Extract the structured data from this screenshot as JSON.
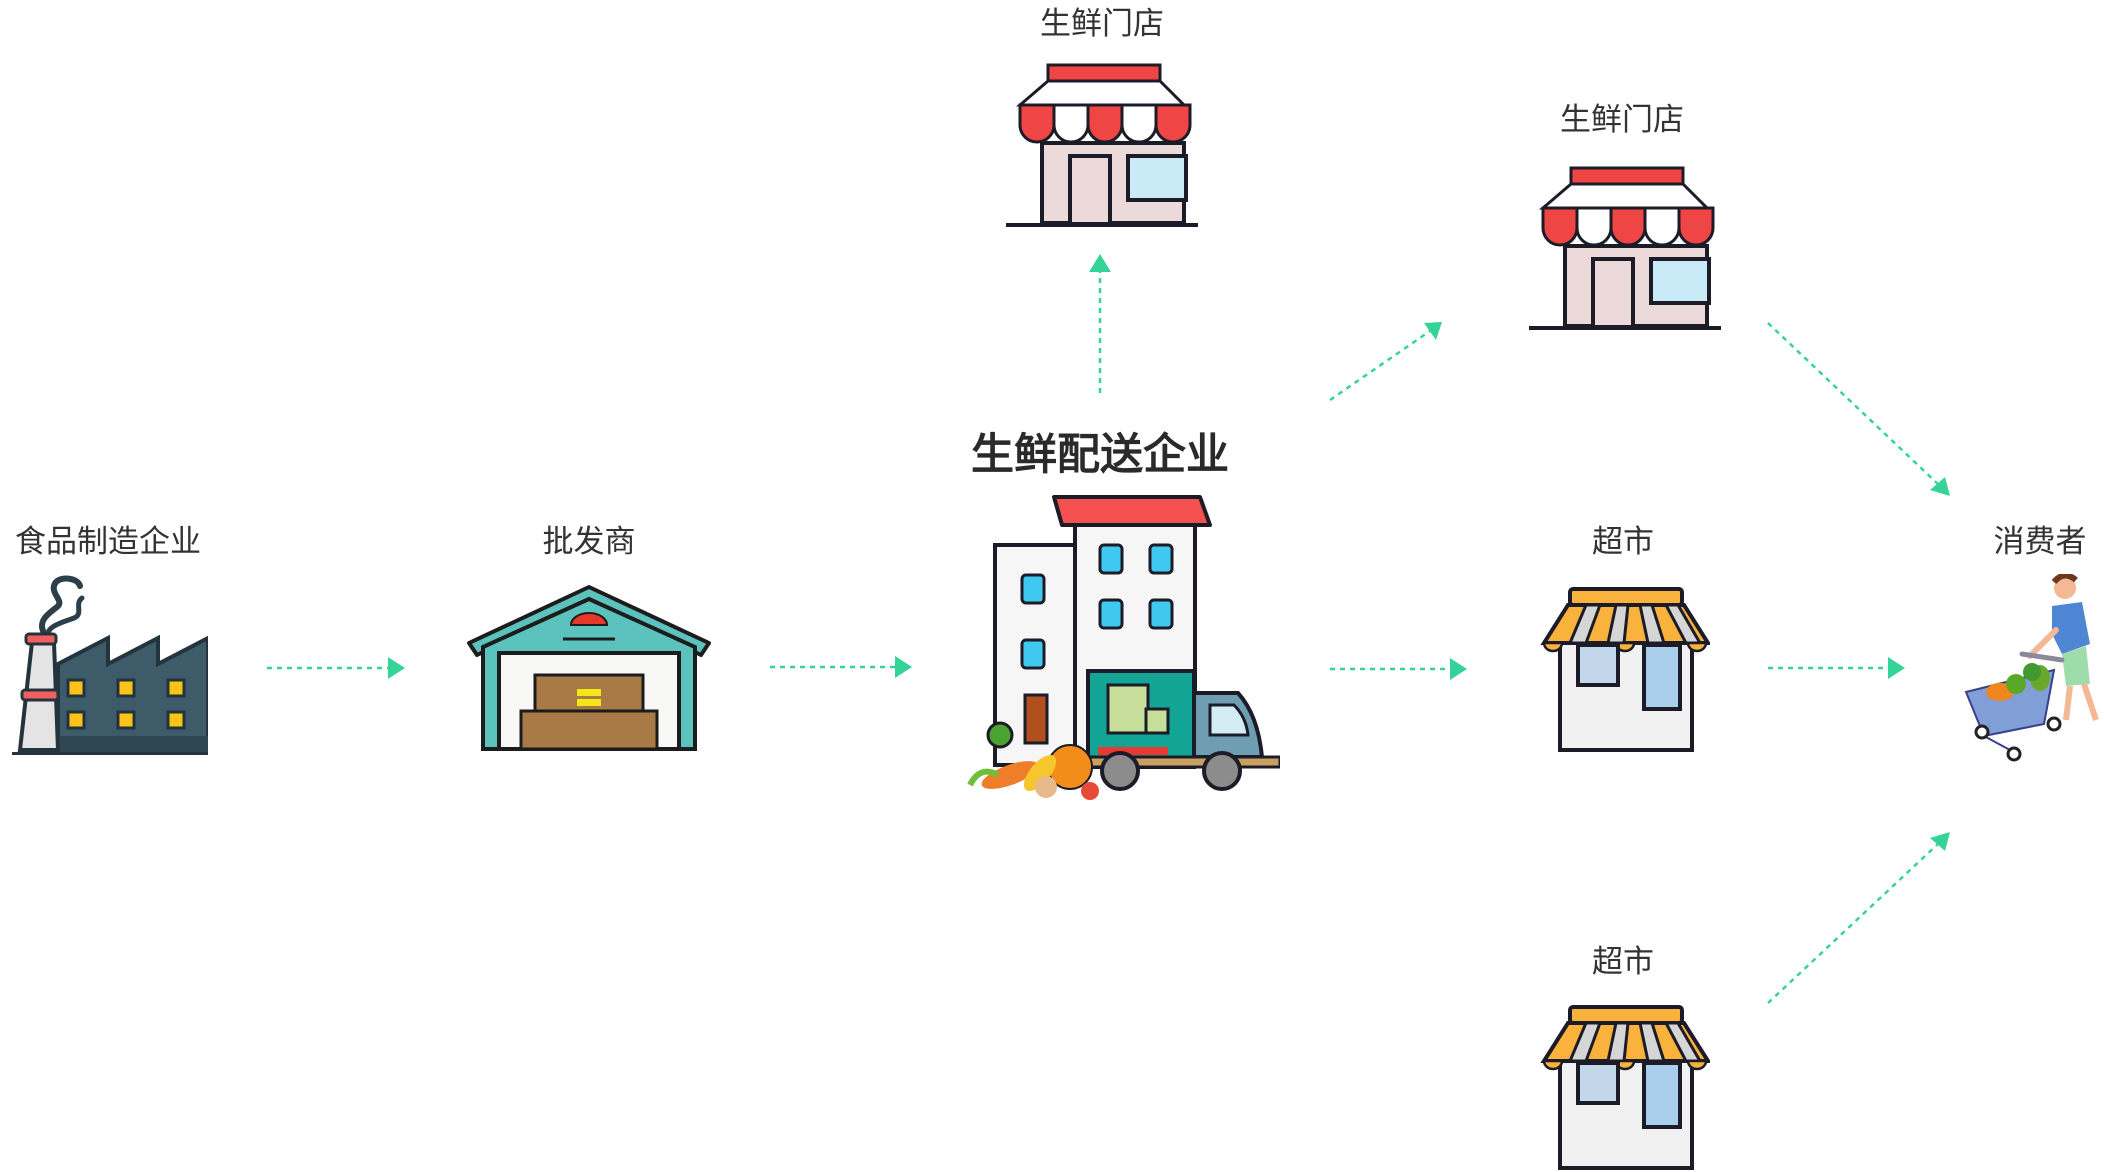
{
  "diagram": {
    "title": "生鲜配送企业",
    "nodes": [
      {
        "id": "manufacturer",
        "label": "食品制造企业",
        "icon": "factory-icon"
      },
      {
        "id": "wholesaler",
        "label": "批发商",
        "icon": "warehouse-icon"
      },
      {
        "id": "distributor",
        "label": "生鲜配送企业",
        "icon": "delivery-truck-building-icon"
      },
      {
        "id": "store-top",
        "label": "生鲜门店",
        "icon": "shop-icon"
      },
      {
        "id": "store-right",
        "label": "生鲜门店",
        "icon": "shop-icon"
      },
      {
        "id": "supermarket-1",
        "label": "超市",
        "icon": "supermarket-icon"
      },
      {
        "id": "supermarket-2",
        "label": "超市",
        "icon": "supermarket-icon"
      },
      {
        "id": "consumer",
        "label": "消费者",
        "icon": "shopper-cart-icon"
      }
    ],
    "edges": [
      {
        "from": "manufacturer",
        "to": "wholesaler"
      },
      {
        "from": "wholesaler",
        "to": "distributor"
      },
      {
        "from": "distributor",
        "to": "store-top"
      },
      {
        "from": "distributor",
        "to": "store-right"
      },
      {
        "from": "distributor",
        "to": "supermarket-1"
      },
      {
        "from": "store-right",
        "to": "consumer"
      },
      {
        "from": "supermarket-1",
        "to": "consumer"
      },
      {
        "from": "supermarket-2",
        "to": "consumer"
      }
    ]
  },
  "colors": {
    "arrow": "#36d399",
    "text": "#333333",
    "outline": "#1c1c28",
    "awning_red": "#f24b4b",
    "awning_orange": "#f9b23c",
    "teal": "#5bc2bd",
    "factory": "#3e5b6a"
  }
}
